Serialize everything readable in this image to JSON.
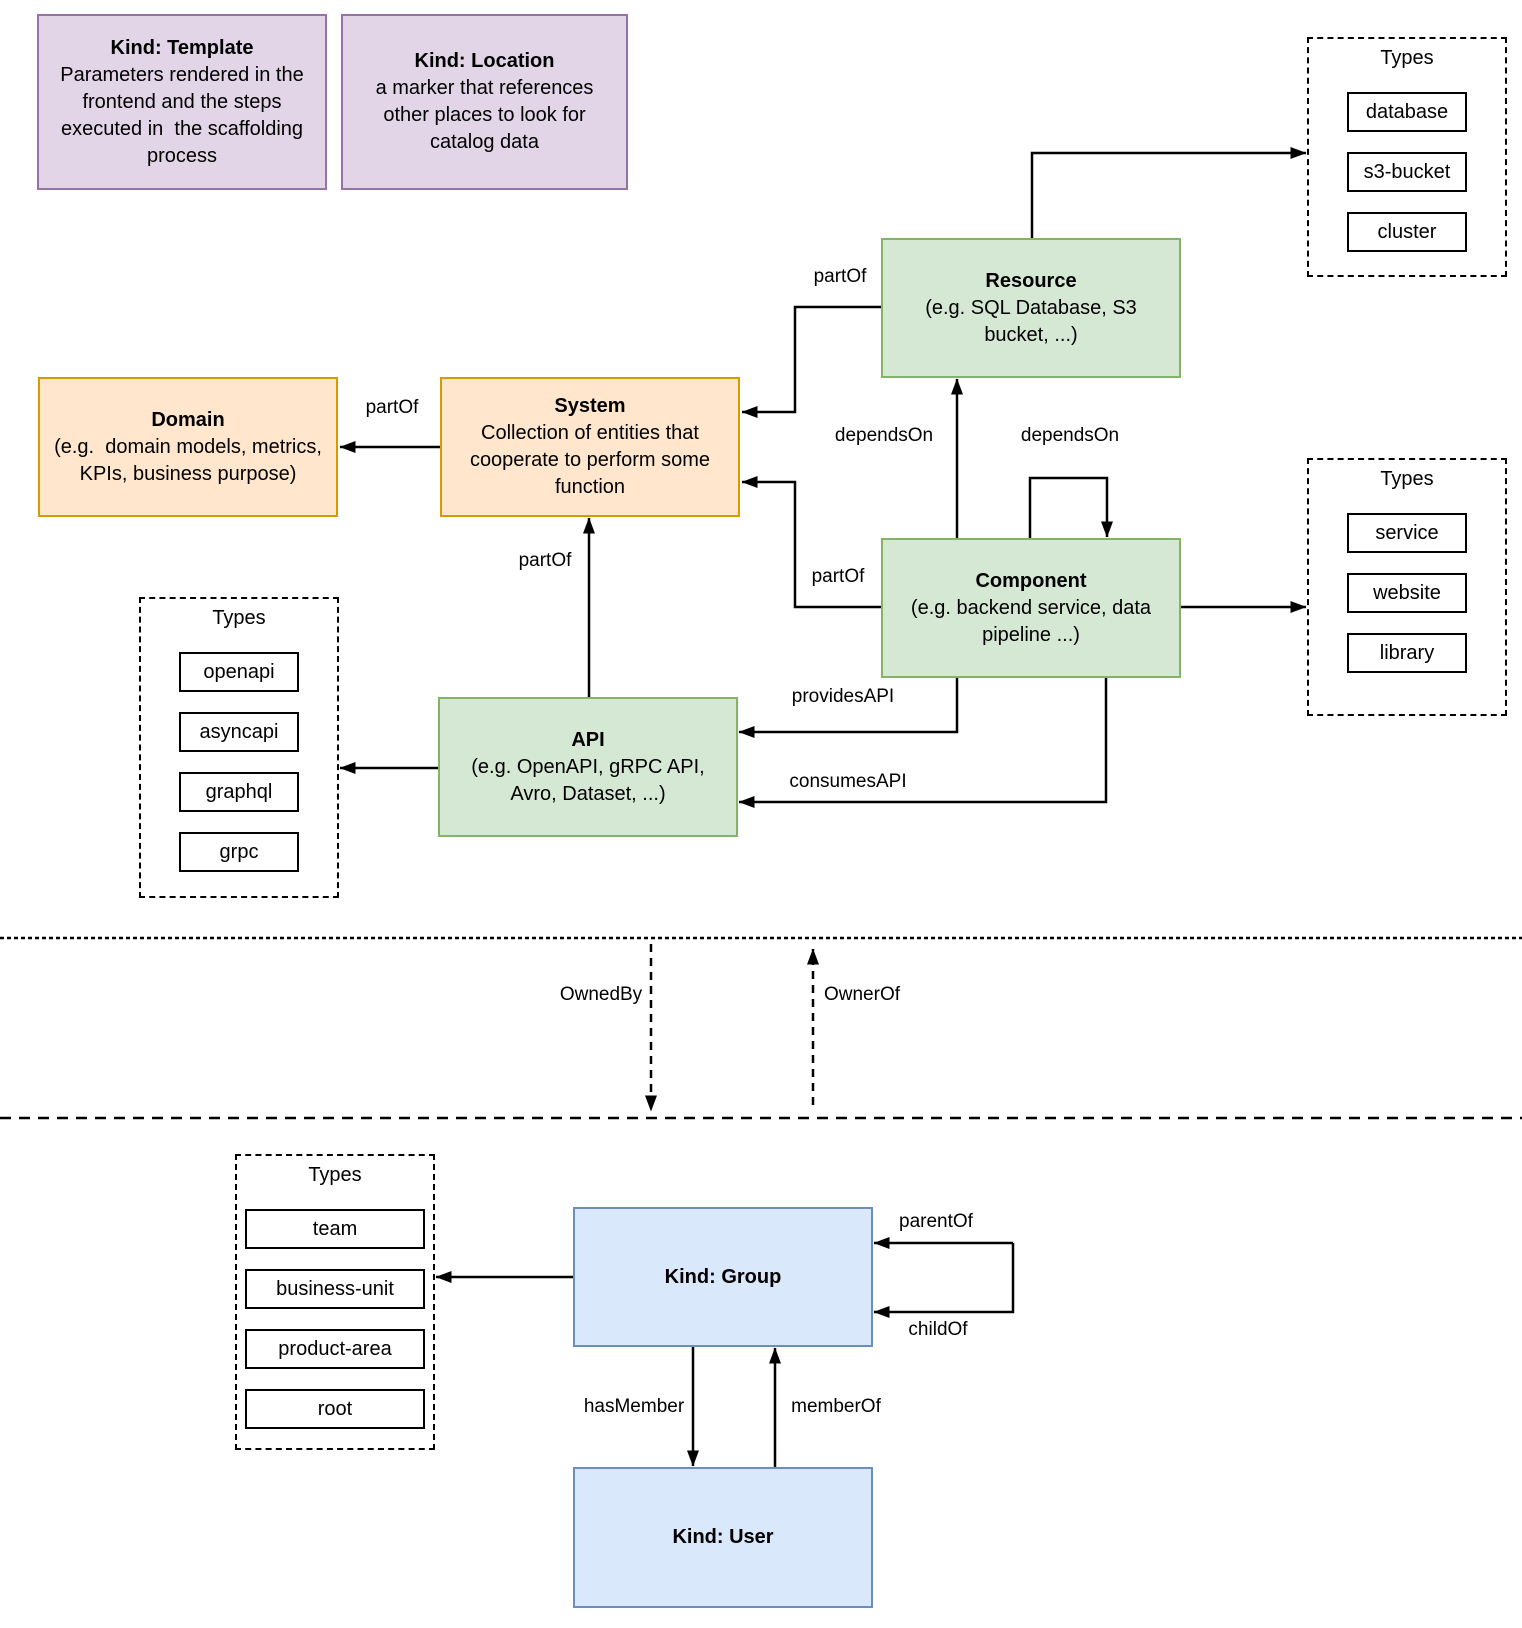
{
  "nodes": {
    "template": {
      "title": "Kind: Template",
      "body": "Parameters rendered in the frontend and the steps executed in  the scaffolding process"
    },
    "location": {
      "title": "Kind: Location",
      "body": "a marker that references other places to look for catalog data"
    },
    "resource": {
      "title": "Resource",
      "body": "(e.g. SQL Database, S3 bucket, ...)"
    },
    "domain": {
      "title": "Domain",
      "body": "(e.g.  domain models, metrics, KPIs, business purpose)"
    },
    "system": {
      "title": "System",
      "body": "Collection of entities that cooperate to perform some function"
    },
    "component": {
      "title": "Component",
      "body": "(e.g. backend service, data pipeline ...)"
    },
    "api": {
      "title": "API",
      "body": "(e.g. OpenAPI, gRPC API, Avro, Dataset, ...)"
    },
    "group": {
      "title": "Kind: Group"
    },
    "user": {
      "title": "Kind: User"
    }
  },
  "type_panels": {
    "resource_types": {
      "title": "Types",
      "items": [
        "database",
        "s3-bucket",
        "cluster"
      ]
    },
    "component_types": {
      "title": "Types",
      "items": [
        "service",
        "website",
        "library"
      ]
    },
    "api_types": {
      "title": "Types",
      "items": [
        "openapi",
        "asyncapi",
        "graphql",
        "grpc"
      ]
    },
    "group_types": {
      "title": "Types",
      "items": [
        "team",
        "business-unit",
        "product-area",
        "root"
      ]
    }
  },
  "edge_labels": {
    "partof_system_domain": "partOf",
    "partof_resource_system": "partOf",
    "partof_component_system": "partOf",
    "partof_api_system": "partOf",
    "dependson_component_resource": "dependsOn",
    "dependson_component_self": "dependsOn",
    "providesapi": "providesAPI",
    "consumesapi": "consumesAPI",
    "ownedby": "OwnedBy",
    "ownerof": "OwnerOf",
    "parentof": "parentOf",
    "childof": "childOf",
    "hasmember": "hasMember",
    "memberof": "memberOf"
  },
  "colors": {
    "entity_fill": "#d5e8d4",
    "entity_stroke": "#82b366",
    "grouping_fill": "#ffe6cc",
    "grouping_stroke": "#d79b00",
    "meta_fill": "#e1d5e7",
    "meta_stroke": "#9673a6",
    "identity_fill": "#dae8fc",
    "identity_stroke": "#6c8ebf",
    "line": "#000000"
  }
}
